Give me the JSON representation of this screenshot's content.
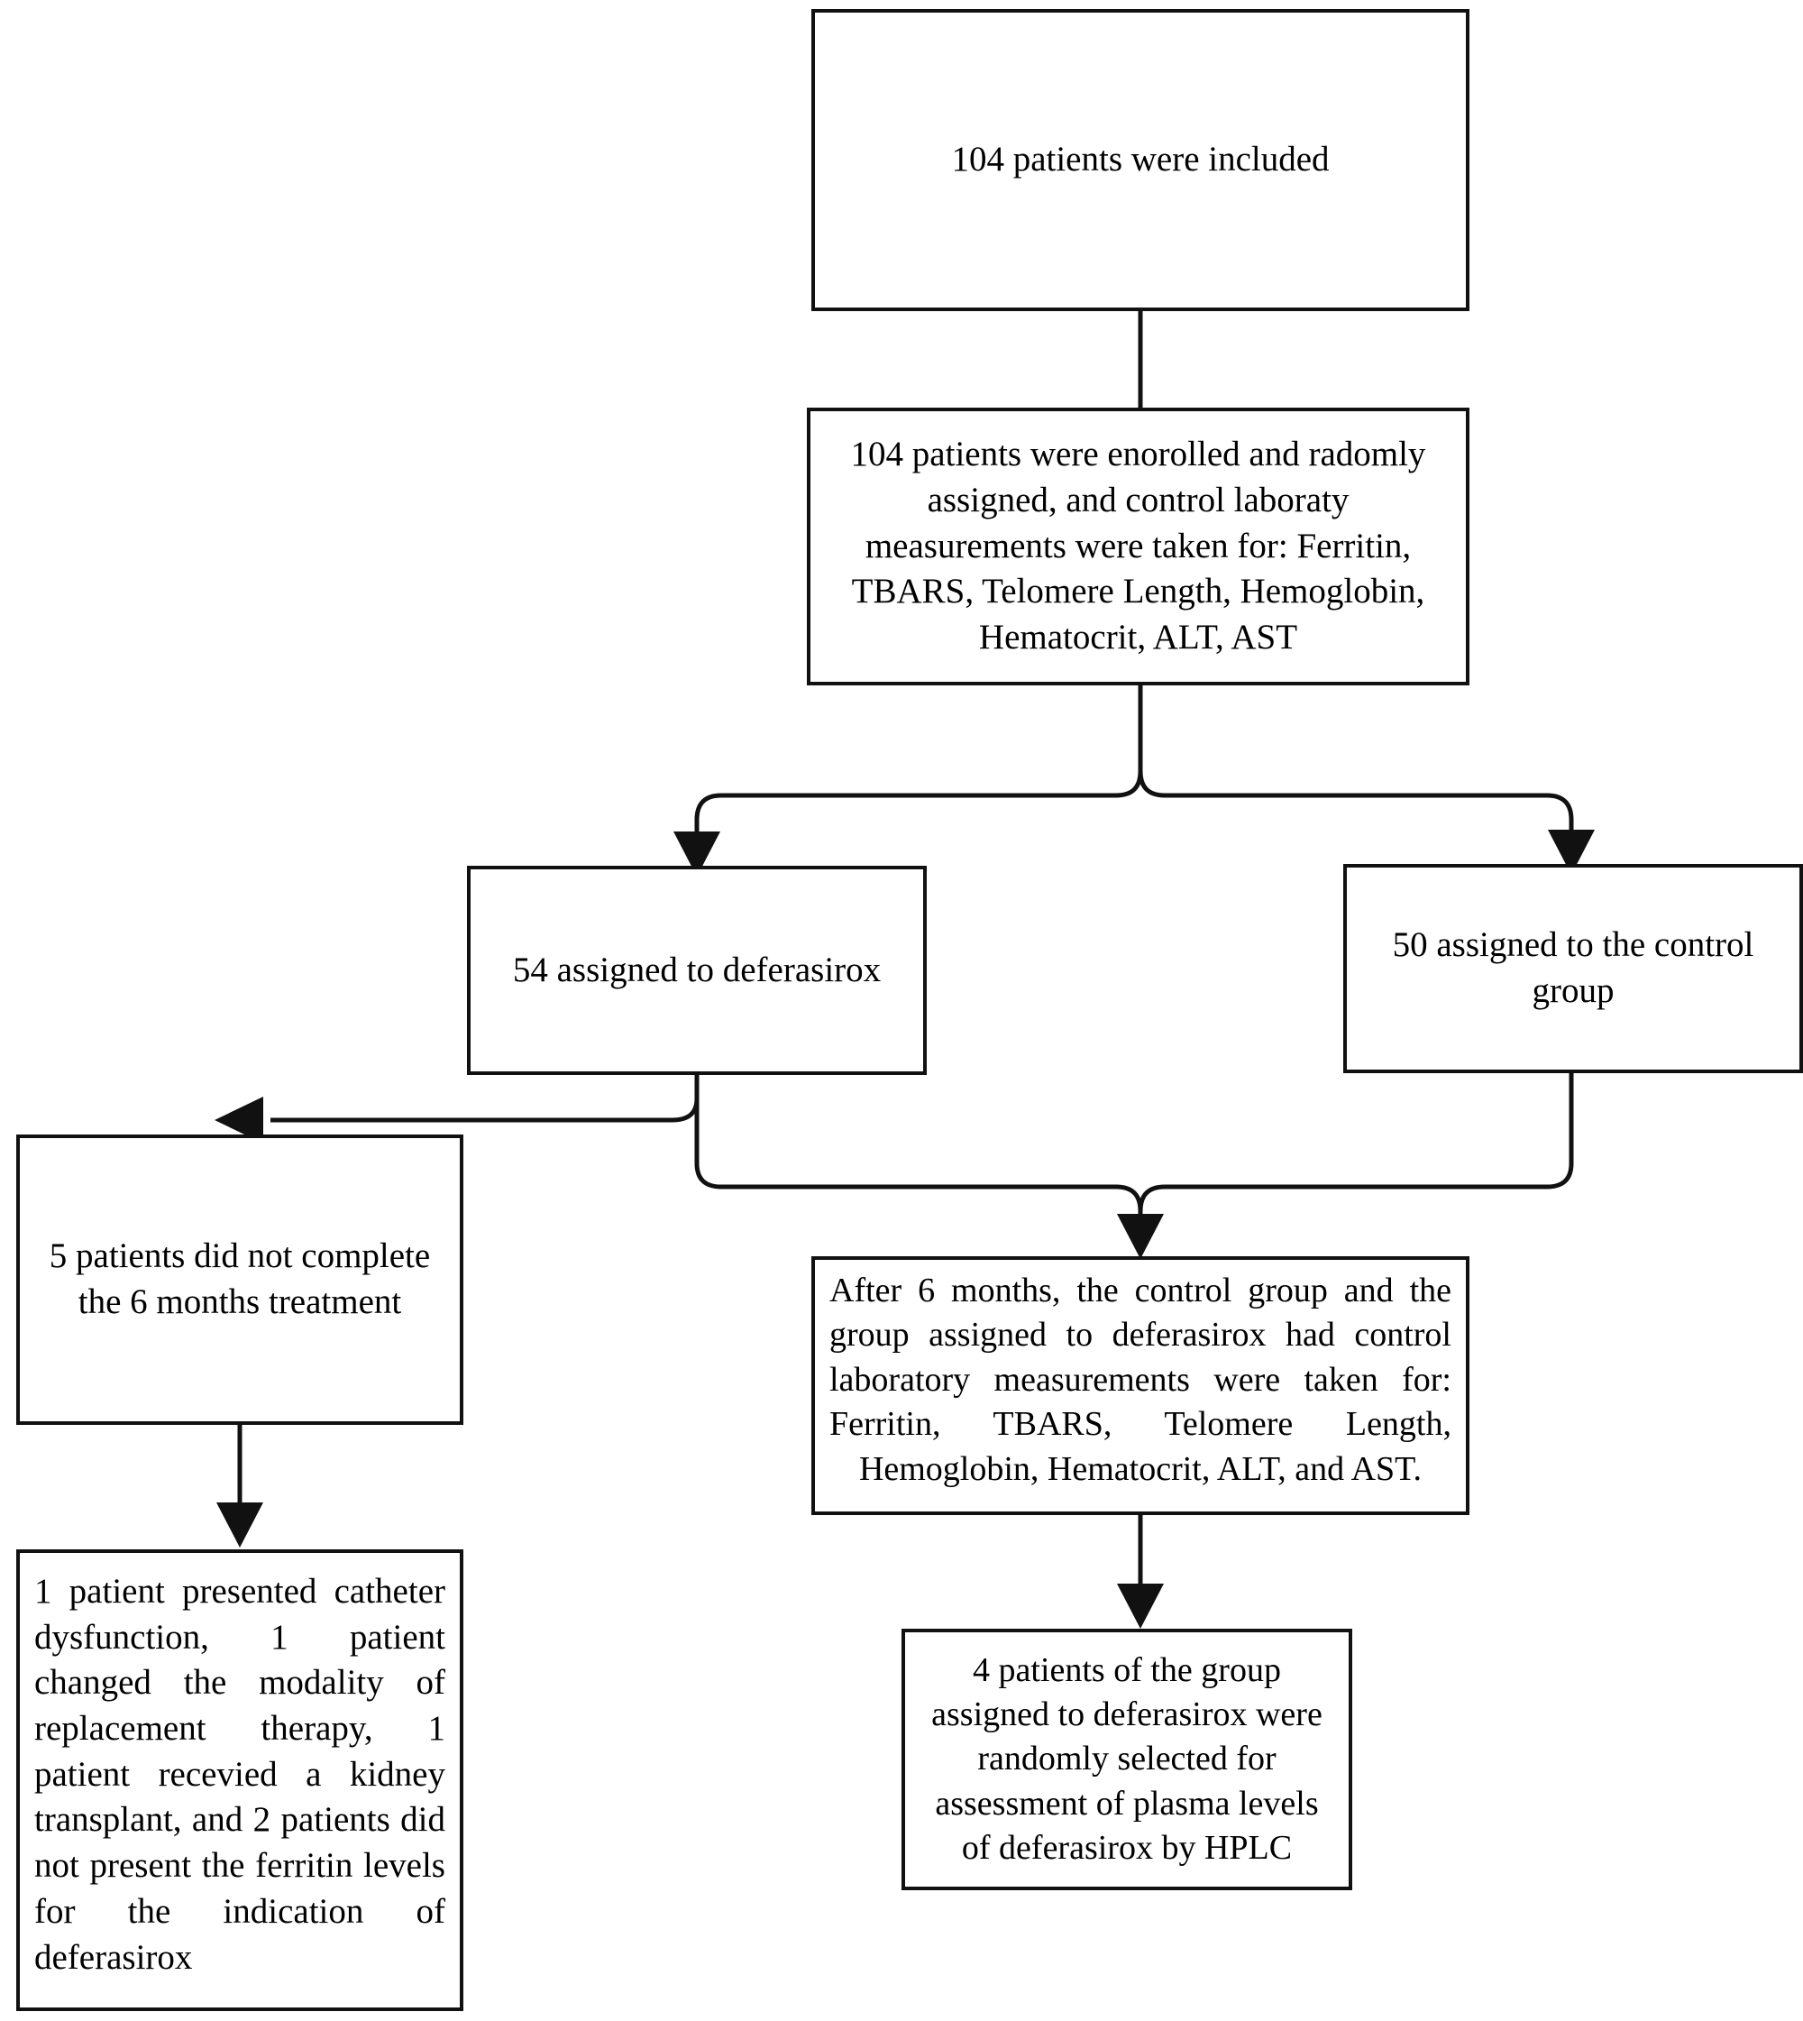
{
  "figure": {
    "type": "flowchart",
    "title": "CONSORT-style patient flow diagram",
    "orientation": "top-to-bottom",
    "colors": {
      "box_border": "#111111",
      "box_fill": "#ffffff",
      "connector": "#111111",
      "text": "#000000"
    }
  },
  "nodes": {
    "included": {
      "id": "box-included",
      "text": "104 patients were included",
      "count": 104,
      "align": "center"
    },
    "enrolled": {
      "id": "box-enrolled",
      "text": "104 patients were  enorolled and radomly assigned, and control laboraty measurements were taken for: Ferritin, TBARS,  Telomere Length, Hemoglobin, Hematocrit, ALT, AST",
      "count": 104,
      "align": "center",
      "measurements": [
        "Ferritin",
        "TBARS",
        "Telomere Length",
        "Hemoglobin",
        "Hematocrit",
        "ALT",
        "AST"
      ]
    },
    "deferasirox": {
      "id": "box-deferasirox",
      "text": "54 assigned to deferasirox",
      "count": 54,
      "align": "center"
    },
    "control": {
      "id": "box-control",
      "text": "50 assigned to the control group",
      "count": 50,
      "align": "center"
    },
    "dropout": {
      "id": "box-dropout",
      "text": "5 patients did not complete the 6 months treatment",
      "count": 5,
      "align": "center"
    },
    "reasons": {
      "id": "box-reasons",
      "text": "1 patient presented catheter dysfunction, 1 patient changed the modality of replacement therapy, 1 patient recevied a kidney transplant, and 2 patients did not present the ferritin levels for the indication of deferasirox",
      "align": "justify",
      "breakdown": [
        {
          "count": 1,
          "reason": "presented catheter dysfunction"
        },
        {
          "count": 1,
          "reason": "changed the modality of replacement therapy"
        },
        {
          "count": 1,
          "reason": "recevied a kidney transplant"
        },
        {
          "count": 2,
          "reason": "did not present the ferritin levels for the indication of deferasirox"
        }
      ]
    },
    "followup": {
      "id": "box-followup",
      "text": "After 6 months, the control group and the group assigned to deferasirox had control laboratory measurements were taken for: Ferritin, TBARS,  Telomere Length, Hemoglobin, Hematocrit, ALT, and AST.",
      "align": "justify",
      "measurements": [
        "Ferritin",
        "TBARS",
        "Telomere Length",
        "Hemoglobin",
        "Hematocrit",
        "ALT",
        "AST"
      ]
    },
    "hplc": {
      "id": "box-hplc",
      "text": "4 patients  of the group assigned to deferasirox were randomly selected for assessment of plasma levels of deferasirox by HPLC",
      "count": 4,
      "align": "center"
    }
  },
  "edges": [
    {
      "from": "included",
      "to": "enrolled",
      "style": "straight-down",
      "arrow": false
    },
    {
      "from": "enrolled",
      "to": "deferasirox",
      "style": "split-left",
      "arrow": true
    },
    {
      "from": "enrolled",
      "to": "control",
      "style": "split-right",
      "arrow": true
    },
    {
      "from": "deferasirox",
      "to": "dropout",
      "style": "elbow-left",
      "arrow": true
    },
    {
      "from": "deferasirox",
      "to": "followup",
      "style": "merge-down",
      "arrow": true
    },
    {
      "from": "control",
      "to": "followup",
      "style": "merge-down",
      "arrow": true
    },
    {
      "from": "dropout",
      "to": "reasons",
      "style": "straight-down",
      "arrow": true
    },
    {
      "from": "followup",
      "to": "hplc",
      "style": "straight-down",
      "arrow": true
    }
  ]
}
